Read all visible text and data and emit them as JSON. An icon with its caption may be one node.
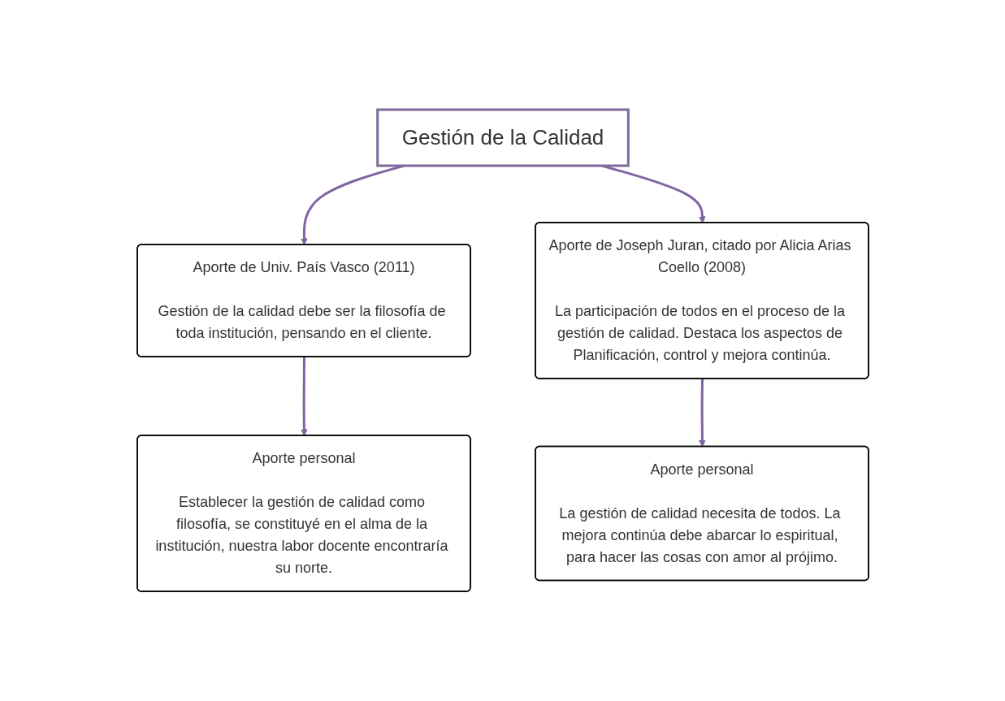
{
  "diagram": {
    "nodes": [
      {
        "text": [
          "Gestión de la Calidad"
        ]
      },
      {
        "text": [
          "Aporte de Univ. País Vasco (2011)",
          "Gestión de la calidad debe ser la filosofía de toda institución, pensando en el cliente."
        ]
      },
      {
        "text": [
          "Aporte de Joseph Juran, citado por Alicia Arias Coello (2008)",
          "La participación de todos en el proceso de la gestión de calidad. Destaca los aspectos de Planificación, control y mejora continúa."
        ]
      },
      {
        "text": [
          "Aporte personal",
          "Establecer la gestión de calidad como filosofía, se constituyé en el alma de la institución, nuestra labor docente encontraría su norte."
        ]
      },
      {
        "text": [
          "Aporte personal",
          "La gestión de calidad necesita de todos. La mejora continúa debe abarcar lo espiritual, para hacer las cosas con amor al prójimo."
        ]
      }
    ],
    "edges": [
      {
        "from": 0,
        "to": 1,
        "arrow": "to"
      },
      {
        "from": 0,
        "to": 2,
        "arrow": "to"
      },
      {
        "from": 1,
        "to": 3,
        "arrow": "to"
      },
      {
        "from": 2,
        "to": 4,
        "arrow": "to"
      }
    ]
  }
}
